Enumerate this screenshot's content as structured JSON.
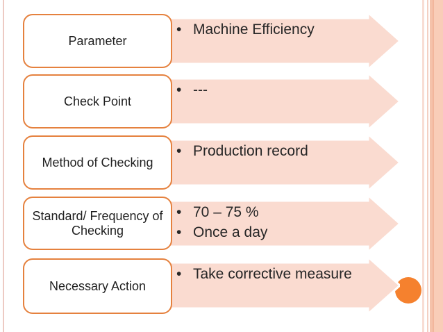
{
  "slide": {
    "background": "#ffffff",
    "accent_colors": {
      "arrow_fill": "#fadbd0",
      "box_border": "#e5813e",
      "circle": "#f5812e",
      "left_line": "#edcac3",
      "stripe_dark": "#f2b69c",
      "stripe_light": "#f9cdb8",
      "text": "#262626"
    }
  },
  "bullet_char": "•",
  "rows": [
    {
      "label": "Parameter",
      "bullets": [
        "Machine Efficiency"
      ]
    },
    {
      "label": "Check Point",
      "bullets": [
        "---"
      ]
    },
    {
      "label": "Method of Checking",
      "bullets": [
        "Production record"
      ]
    },
    {
      "label": "Standard/ Frequency of Checking",
      "bullets": [
        "70 – 75 %",
        "Once a day"
      ]
    },
    {
      "label": "Necessary Action",
      "bullets": [
        "Take corrective measure"
      ]
    }
  ]
}
